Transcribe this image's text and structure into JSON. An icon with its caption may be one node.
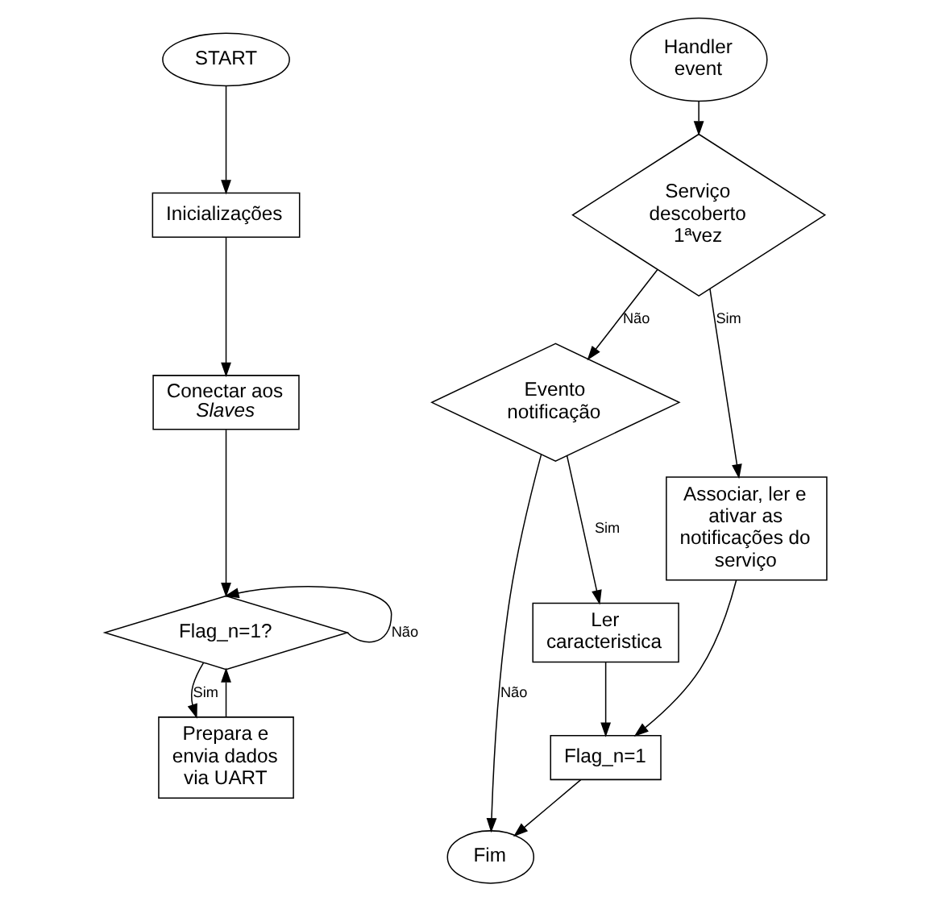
{
  "diagram": {
    "nodes": [
      {
        "text": [
          "START"
        ]
      },
      {
        "text": [
          "Inicializações"
        ]
      },
      {
        "text": [
          "Conectar aos *Slaves*"
        ]
      },
      {
        "text": [
          "Flag_n=1?"
        ]
      },
      {
        "text": [
          "Prepara e envia dados via UART"
        ]
      },
      {
        "text": [
          "Handler event"
        ]
      },
      {
        "text": [
          "Serviço descoberto 1ªvez"
        ]
      },
      {
        "text": [
          "Evento notificação"
        ]
      },
      {
        "text": [
          "Associar, ler e ativar as notificações do serviço"
        ]
      },
      {
        "text": [
          "Ler caracteristica"
        ]
      },
      {
        "text": [
          "Flag_n=1"
        ]
      },
      {
        "text": [
          "Fim"
        ]
      }
    ],
    "edges": [
      {
        "from": 0,
        "to": 1,
        "arrow": "to"
      },
      {
        "from": 1,
        "to": 2,
        "arrow": "to"
      },
      {
        "from": 2,
        "to": 3,
        "arrow": "to"
      },
      {
        "from": 3,
        "to": 3,
        "arrow": "to",
        "label": "Não"
      },
      {
        "from": 3,
        "to": 4,
        "arrow": "to",
        "label": "Sim"
      },
      {
        "from": 4,
        "to": 3,
        "arrow": "to"
      },
      {
        "from": 5,
        "to": 6,
        "arrow": "to"
      },
      {
        "from": 6,
        "to": 7,
        "arrow": "to",
        "label": "Não"
      },
      {
        "from": 6,
        "to": 8,
        "arrow": "to",
        "label": "Sim"
      },
      {
        "from": 7,
        "to": 9,
        "arrow": "to",
        "label": "Sim"
      },
      {
        "from": 7,
        "to": 11,
        "arrow": "to",
        "label": "Não"
      },
      {
        "from": 8,
        "to": 10,
        "arrow": "to"
      },
      {
        "from": 9,
        "to": 10,
        "arrow": "to"
      },
      {
        "from": 10,
        "to": 11,
        "arrow": "to"
      }
    ]
  }
}
